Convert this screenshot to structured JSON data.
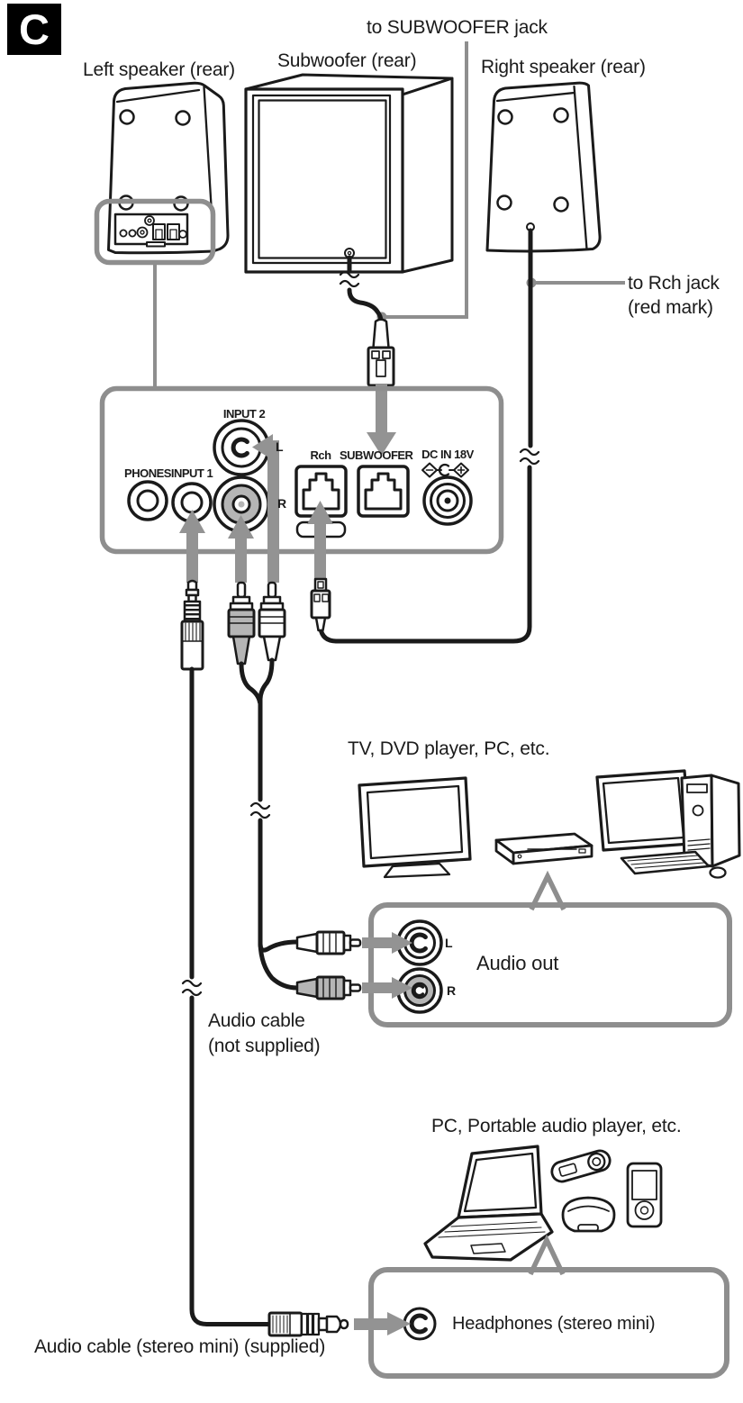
{
  "colors": {
    "ink": "#1a1a1a",
    "line_gray": "#8e8e8e",
    "arrow_gray": "#939393",
    "red_mark": "#b5b5b5",
    "paper": "#ffffff"
  },
  "badge": {
    "letter": "C"
  },
  "labels": {
    "to_subwoofer": "to SUBWOOFER jack",
    "left_speaker": "Left speaker (rear)",
    "subwoofer": "Subwoofer (rear)",
    "right_speaker": "Right speaker (rear)",
    "to_rch_line1": "to Rch jack",
    "to_rch_line2": "(red mark)",
    "tv_group": "TV, DVD player, PC, etc.",
    "audio_cable_line1": "Audio cable",
    "audio_cable_line2": "(not supplied)",
    "pc_group": "PC, Portable audio player, etc.",
    "supplied_cable": "Audio cable (stereo mini) (supplied)"
  },
  "panel": {
    "phones": "PHONES",
    "input1": "INPUT 1",
    "input2": "INPUT 2",
    "left_ch": "L",
    "right_ch": "R",
    "rch": "Rch",
    "subwoofer": "SUBWOOFER",
    "dc_in": "DC IN 18V"
  },
  "callouts": {
    "audio_out": {
      "title": "Audio out",
      "left_ch": "L",
      "right_ch": "R"
    },
    "headphones": {
      "title": "Headphones (stereo mini)"
    }
  }
}
